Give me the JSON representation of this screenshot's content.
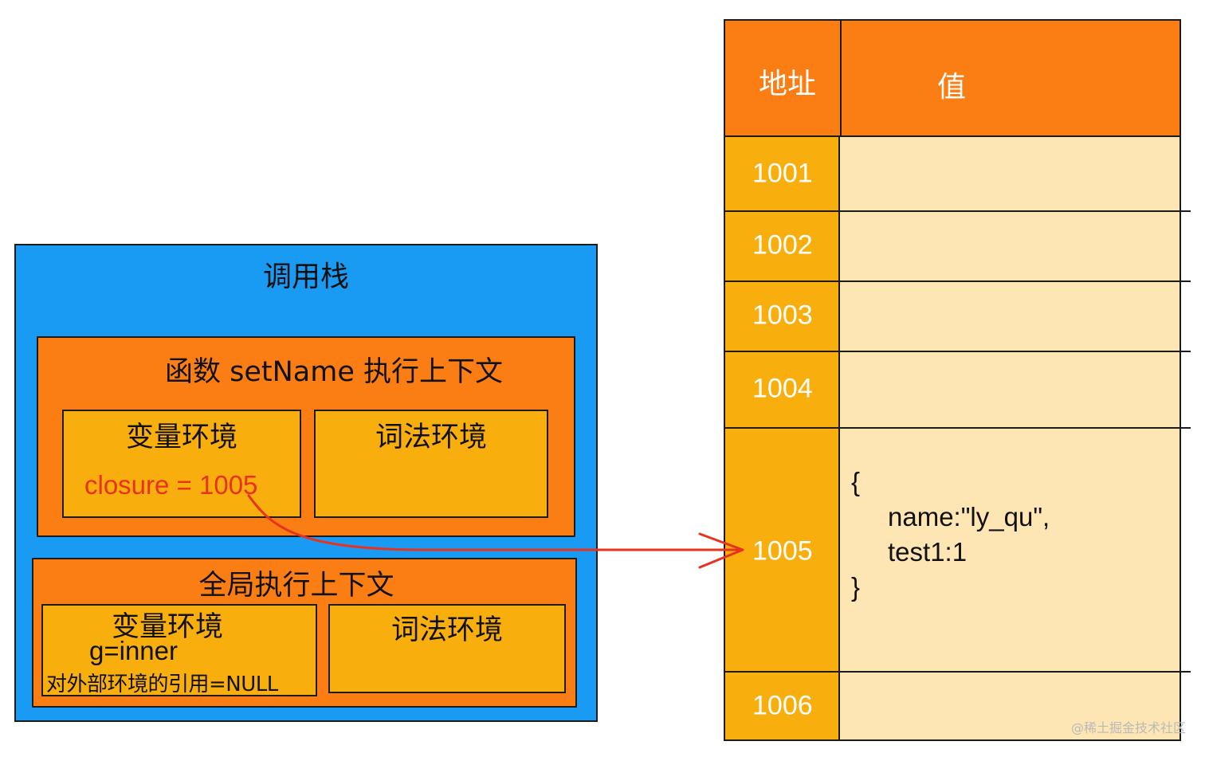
{
  "call_stack": {
    "title": "调用栈",
    "setname_context": {
      "title": "函数 setName 执行上下文",
      "variable_env": {
        "title": "变量环境",
        "closure": "closure = 1005"
      },
      "lexical_env": {
        "title": "词法环境"
      }
    },
    "global_context": {
      "title": "全局执行上下文",
      "variable_env": {
        "title": "变量环境",
        "g": "g=inner",
        "outer_ref": "对外部环境的引用=NULL"
      },
      "lexical_env": {
        "title": "词法环境"
      }
    }
  },
  "memory": {
    "header_address": "地址",
    "header_value": "值",
    "rows": [
      {
        "address": "1001"
      },
      {
        "address": "1002"
      },
      {
        "address": "1003"
      },
      {
        "address": "1004"
      },
      {
        "address": "1005",
        "value": {
          "open": "{",
          "line1": "name:\"ly_qu\",",
          "line2": "test1:1",
          "close": "}"
        }
      },
      {
        "address": "1006"
      }
    ]
  },
  "watermark": "@稀土掘金技术社区",
  "colors": {
    "call_stack_bg": "#1a9bf3",
    "context_bg": "#fb7e14",
    "env_bg": "#f8ae0c",
    "value_cell_bg": "#fee6b4",
    "pointer_arrow": "#e8321e"
  }
}
